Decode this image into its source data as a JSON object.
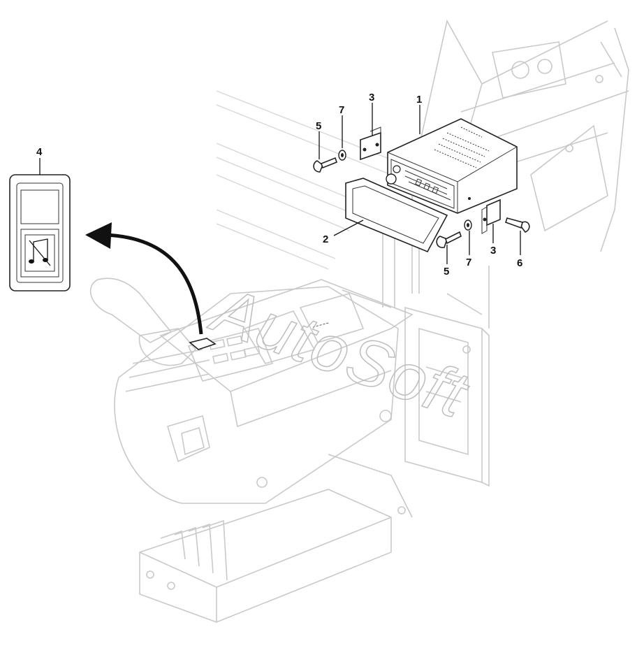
{
  "callouts": [
    {
      "id": "1",
      "text": "1"
    },
    {
      "id": "2",
      "text": "2"
    },
    {
      "id": "3a",
      "text": "3"
    },
    {
      "id": "3b",
      "text": "3"
    },
    {
      "id": "4",
      "text": "4"
    },
    {
      "id": "5a",
      "text": "5"
    },
    {
      "id": "5b",
      "text": "5"
    },
    {
      "id": "6",
      "text": "6"
    },
    {
      "id": "7a",
      "text": "7"
    },
    {
      "id": "7b",
      "text": "7"
    }
  ],
  "watermark": "AutoSoft",
  "icons": {
    "radio_switch": "music-note-icon",
    "arrow": "curved-arrow-icon"
  }
}
